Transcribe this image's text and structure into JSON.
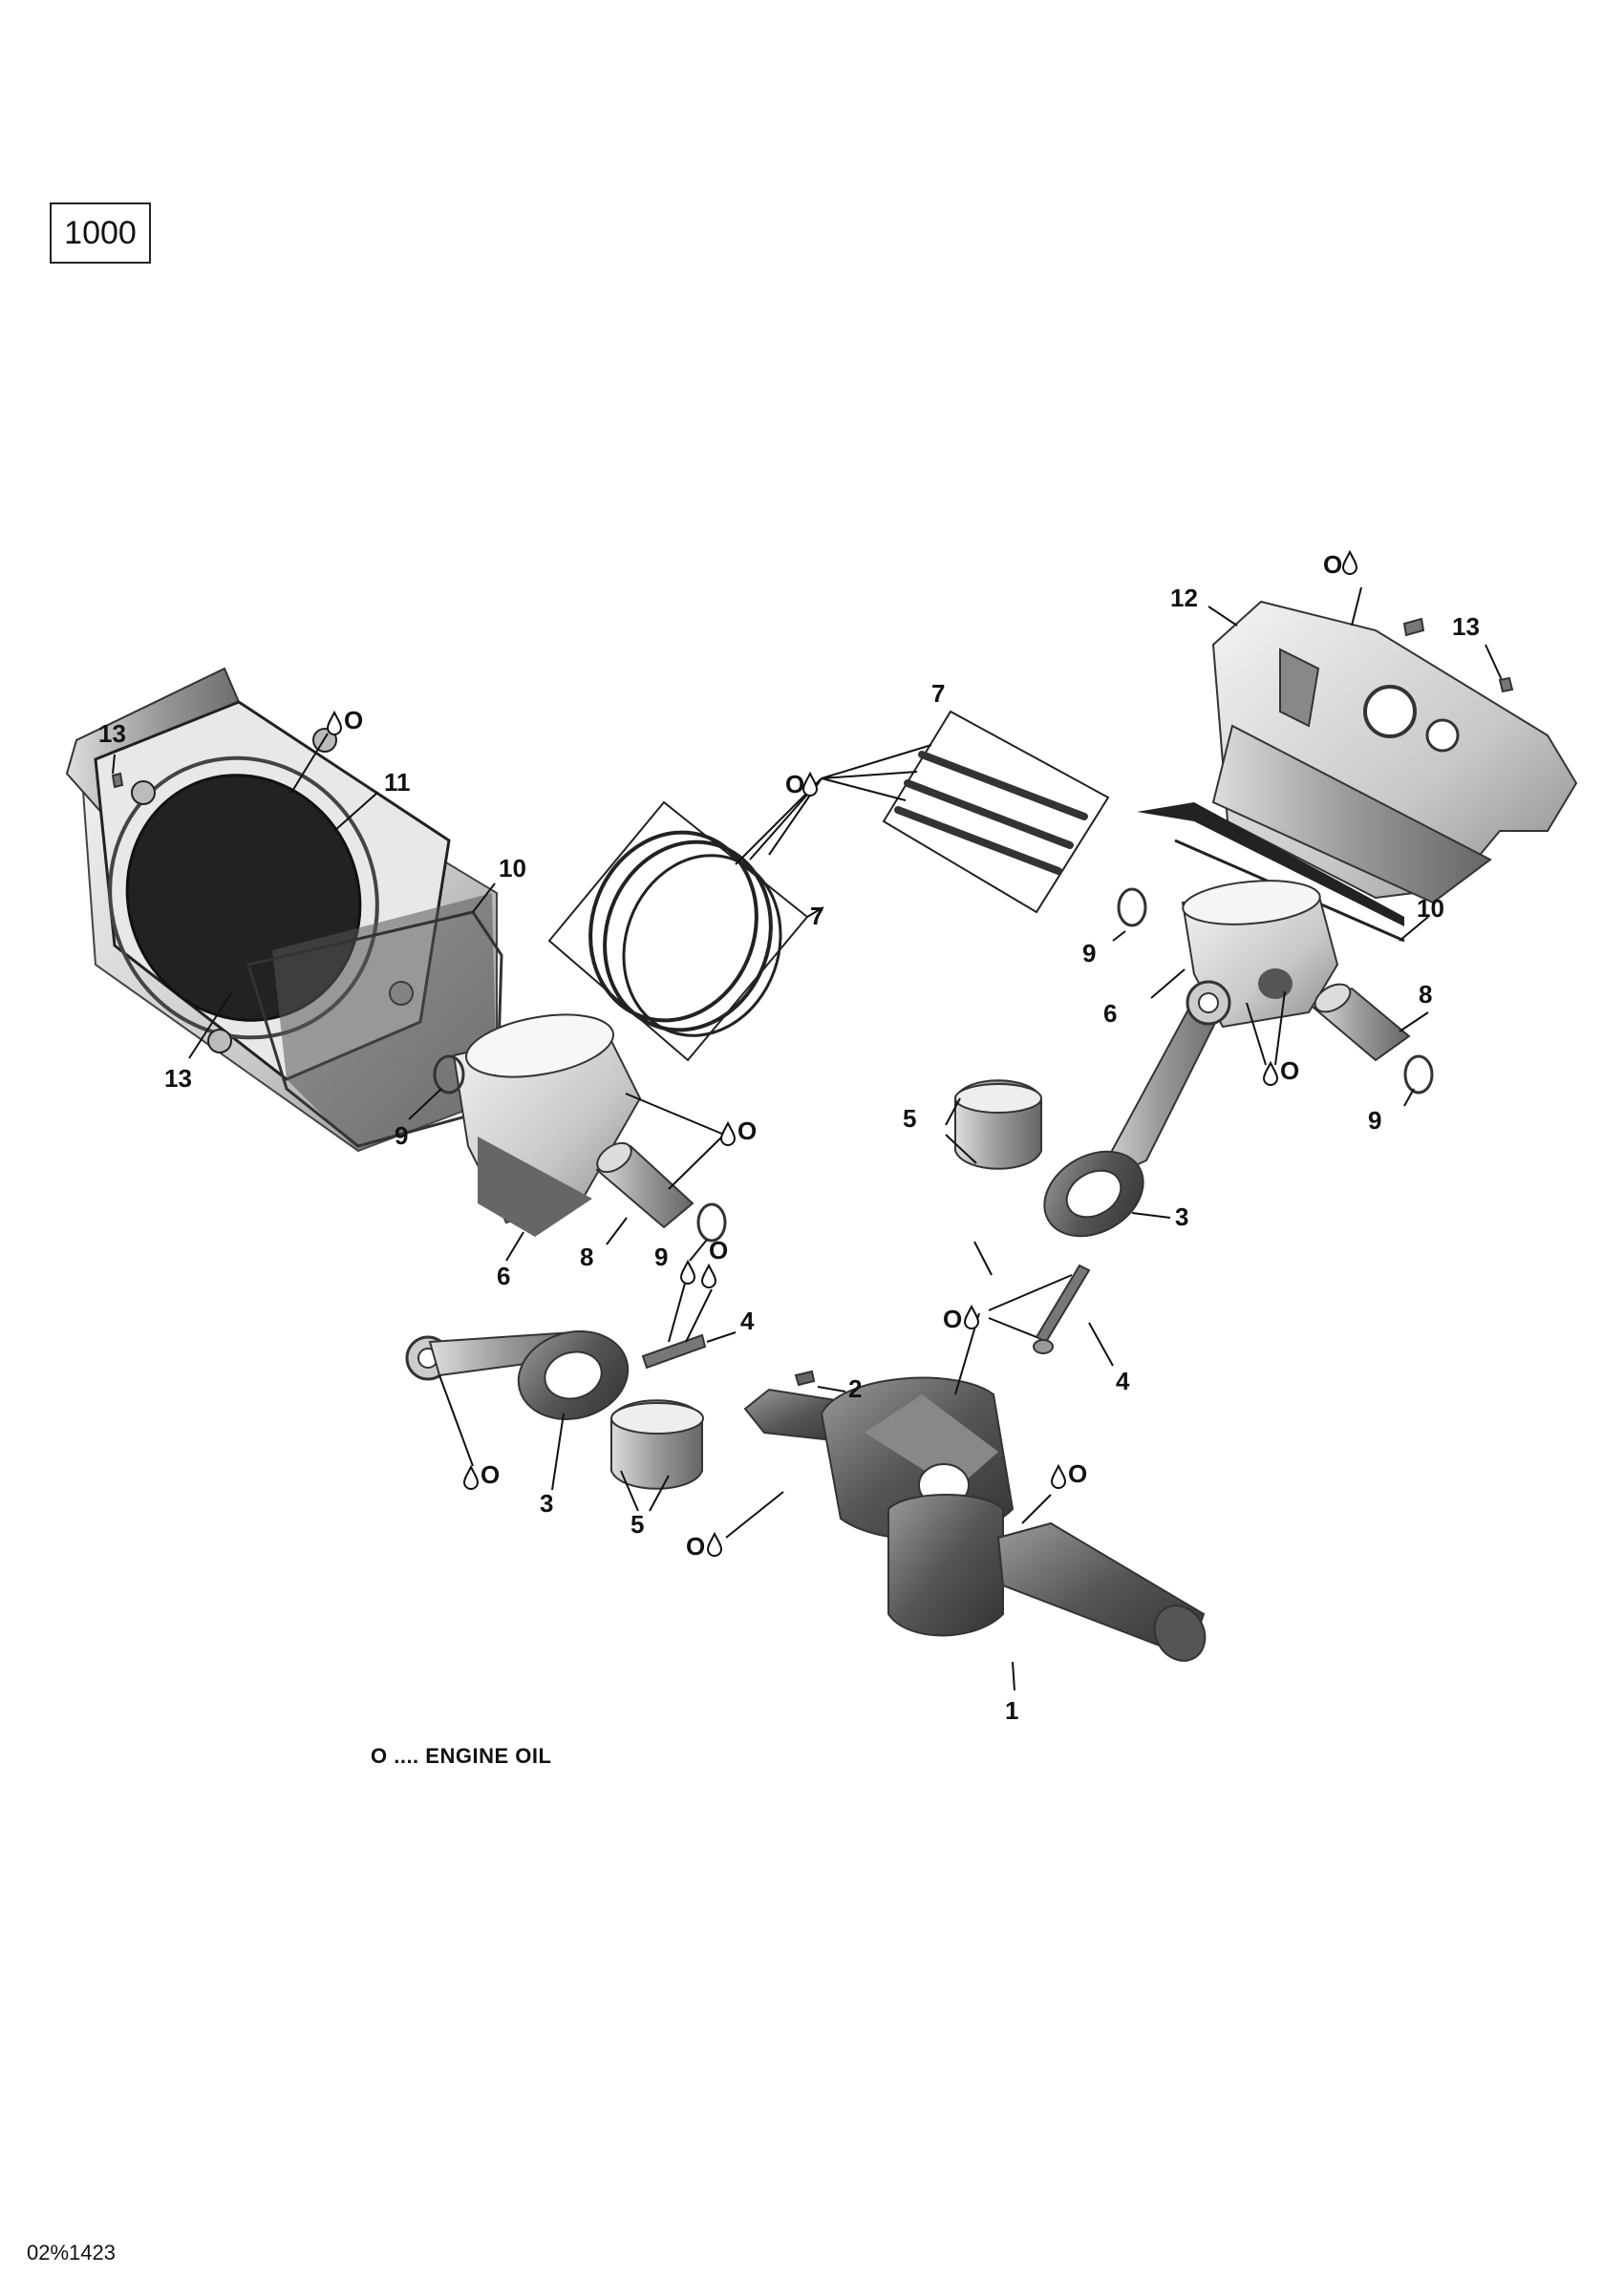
{
  "model_code": "1000",
  "legend": "O .... ENGINE OIL",
  "reference": "02%1423",
  "oil_mark": "O",
  "callouts": {
    "c1": "1",
    "c2": "2",
    "c3a": "3",
    "c3b": "3",
    "c4a": "4",
    "c4b": "4",
    "c5a": "5",
    "c5b": "5",
    "c6a": "6",
    "c6b": "6",
    "c7a": "7",
    "c7b": "7",
    "c7c": "7",
    "c8a": "8",
    "c8b": "8",
    "c9a": "9",
    "c9b": "9",
    "c9c": "9",
    "c9d": "9",
    "c10a": "10",
    "c10b": "10",
    "c11": "11",
    "c12": "12",
    "c13a": "13",
    "c13b": "13",
    "c13c": "13"
  },
  "icons": [
    "oil-drop-icon",
    "crankshaft-icon",
    "connecting-rod-icon",
    "piston-icon",
    "cylinder-icon"
  ]
}
